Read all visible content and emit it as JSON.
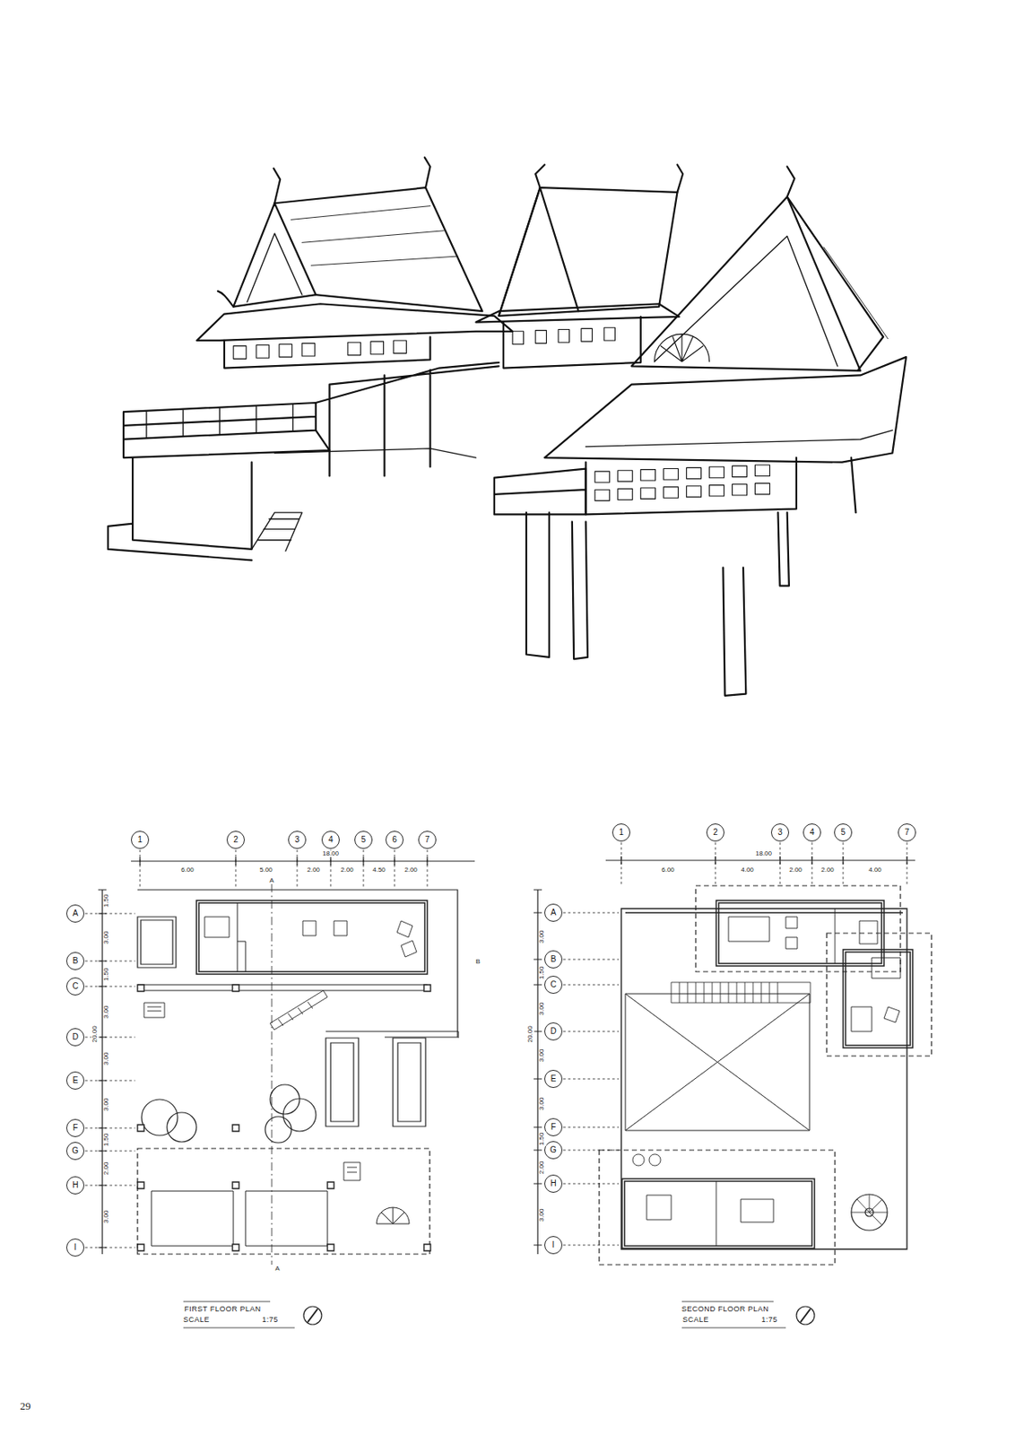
{
  "diagram": {
    "nodes": [
      {
        "text": [
          "1"
        ]
      },
      {
        "text": [
          "2"
        ]
      },
      {
        "text": [
          "3"
        ]
      },
      {
        "text": [
          "4"
        ]
      },
      {
        "text": [
          "5"
        ]
      },
      {
        "text": [
          "6"
        ]
      },
      {
        "text": [
          "7"
        ]
      },
      {
        "text": [
          "A"
        ]
      },
      {
        "text": [
          "B"
        ]
      },
      {
        "text": [
          "C"
        ]
      },
      {
        "text": [
          "D"
        ]
      },
      {
        "text": [
          "E"
        ]
      },
      {
        "text": [
          "F"
        ]
      },
      {
        "text": [
          "G"
        ]
      },
      {
        "text": [
          "H"
        ]
      },
      {
        "text": [
          "I"
        ]
      },
      {
        "text": [
          "1"
        ]
      },
      {
        "text": [
          "2"
        ]
      },
      {
        "text": [
          "3"
        ]
      },
      {
        "text": [
          "4"
        ]
      },
      {
        "text": [
          "5"
        ]
      },
      {
        "text": [
          "7"
        ]
      },
      {
        "text": [
          "A"
        ]
      },
      {
        "text": [
          "B"
        ]
      },
      {
        "text": [
          "C"
        ]
      },
      {
        "text": [
          "D"
        ]
      },
      {
        "text": [
          "E"
        ]
      },
      {
        "text": [
          "F"
        ]
      },
      {
        "text": [
          "G"
        ]
      },
      {
        "text": [
          "H"
        ]
      },
      {
        "text": [
          "I"
        ]
      }
    ],
    "labels": [
      "29",
      "18.00",
      "6.00",
      "5.00",
      "2.00",
      "2.00",
      "4.50",
      "2.00",
      "20.00",
      "1.50",
      "3.00",
      "1.50",
      "3.00",
      "3.00",
      "3.00",
      "1.50",
      "2.00",
      "3.00",
      "18.00",
      "6.00",
      "4.00",
      "2.00",
      "2.00",
      "4.00",
      "20.00",
      "3.00",
      "1.50",
      "3.00",
      "3.00",
      "3.00",
      "1.50",
      "2.00",
      "3.00",
      "FIRST FLOOR PLAN",
      "SCALE",
      "1:75",
      "SECOND FLOOR PLAN",
      "SCALE",
      "1:75",
      "A",
      "A",
      "B"
    ]
  }
}
